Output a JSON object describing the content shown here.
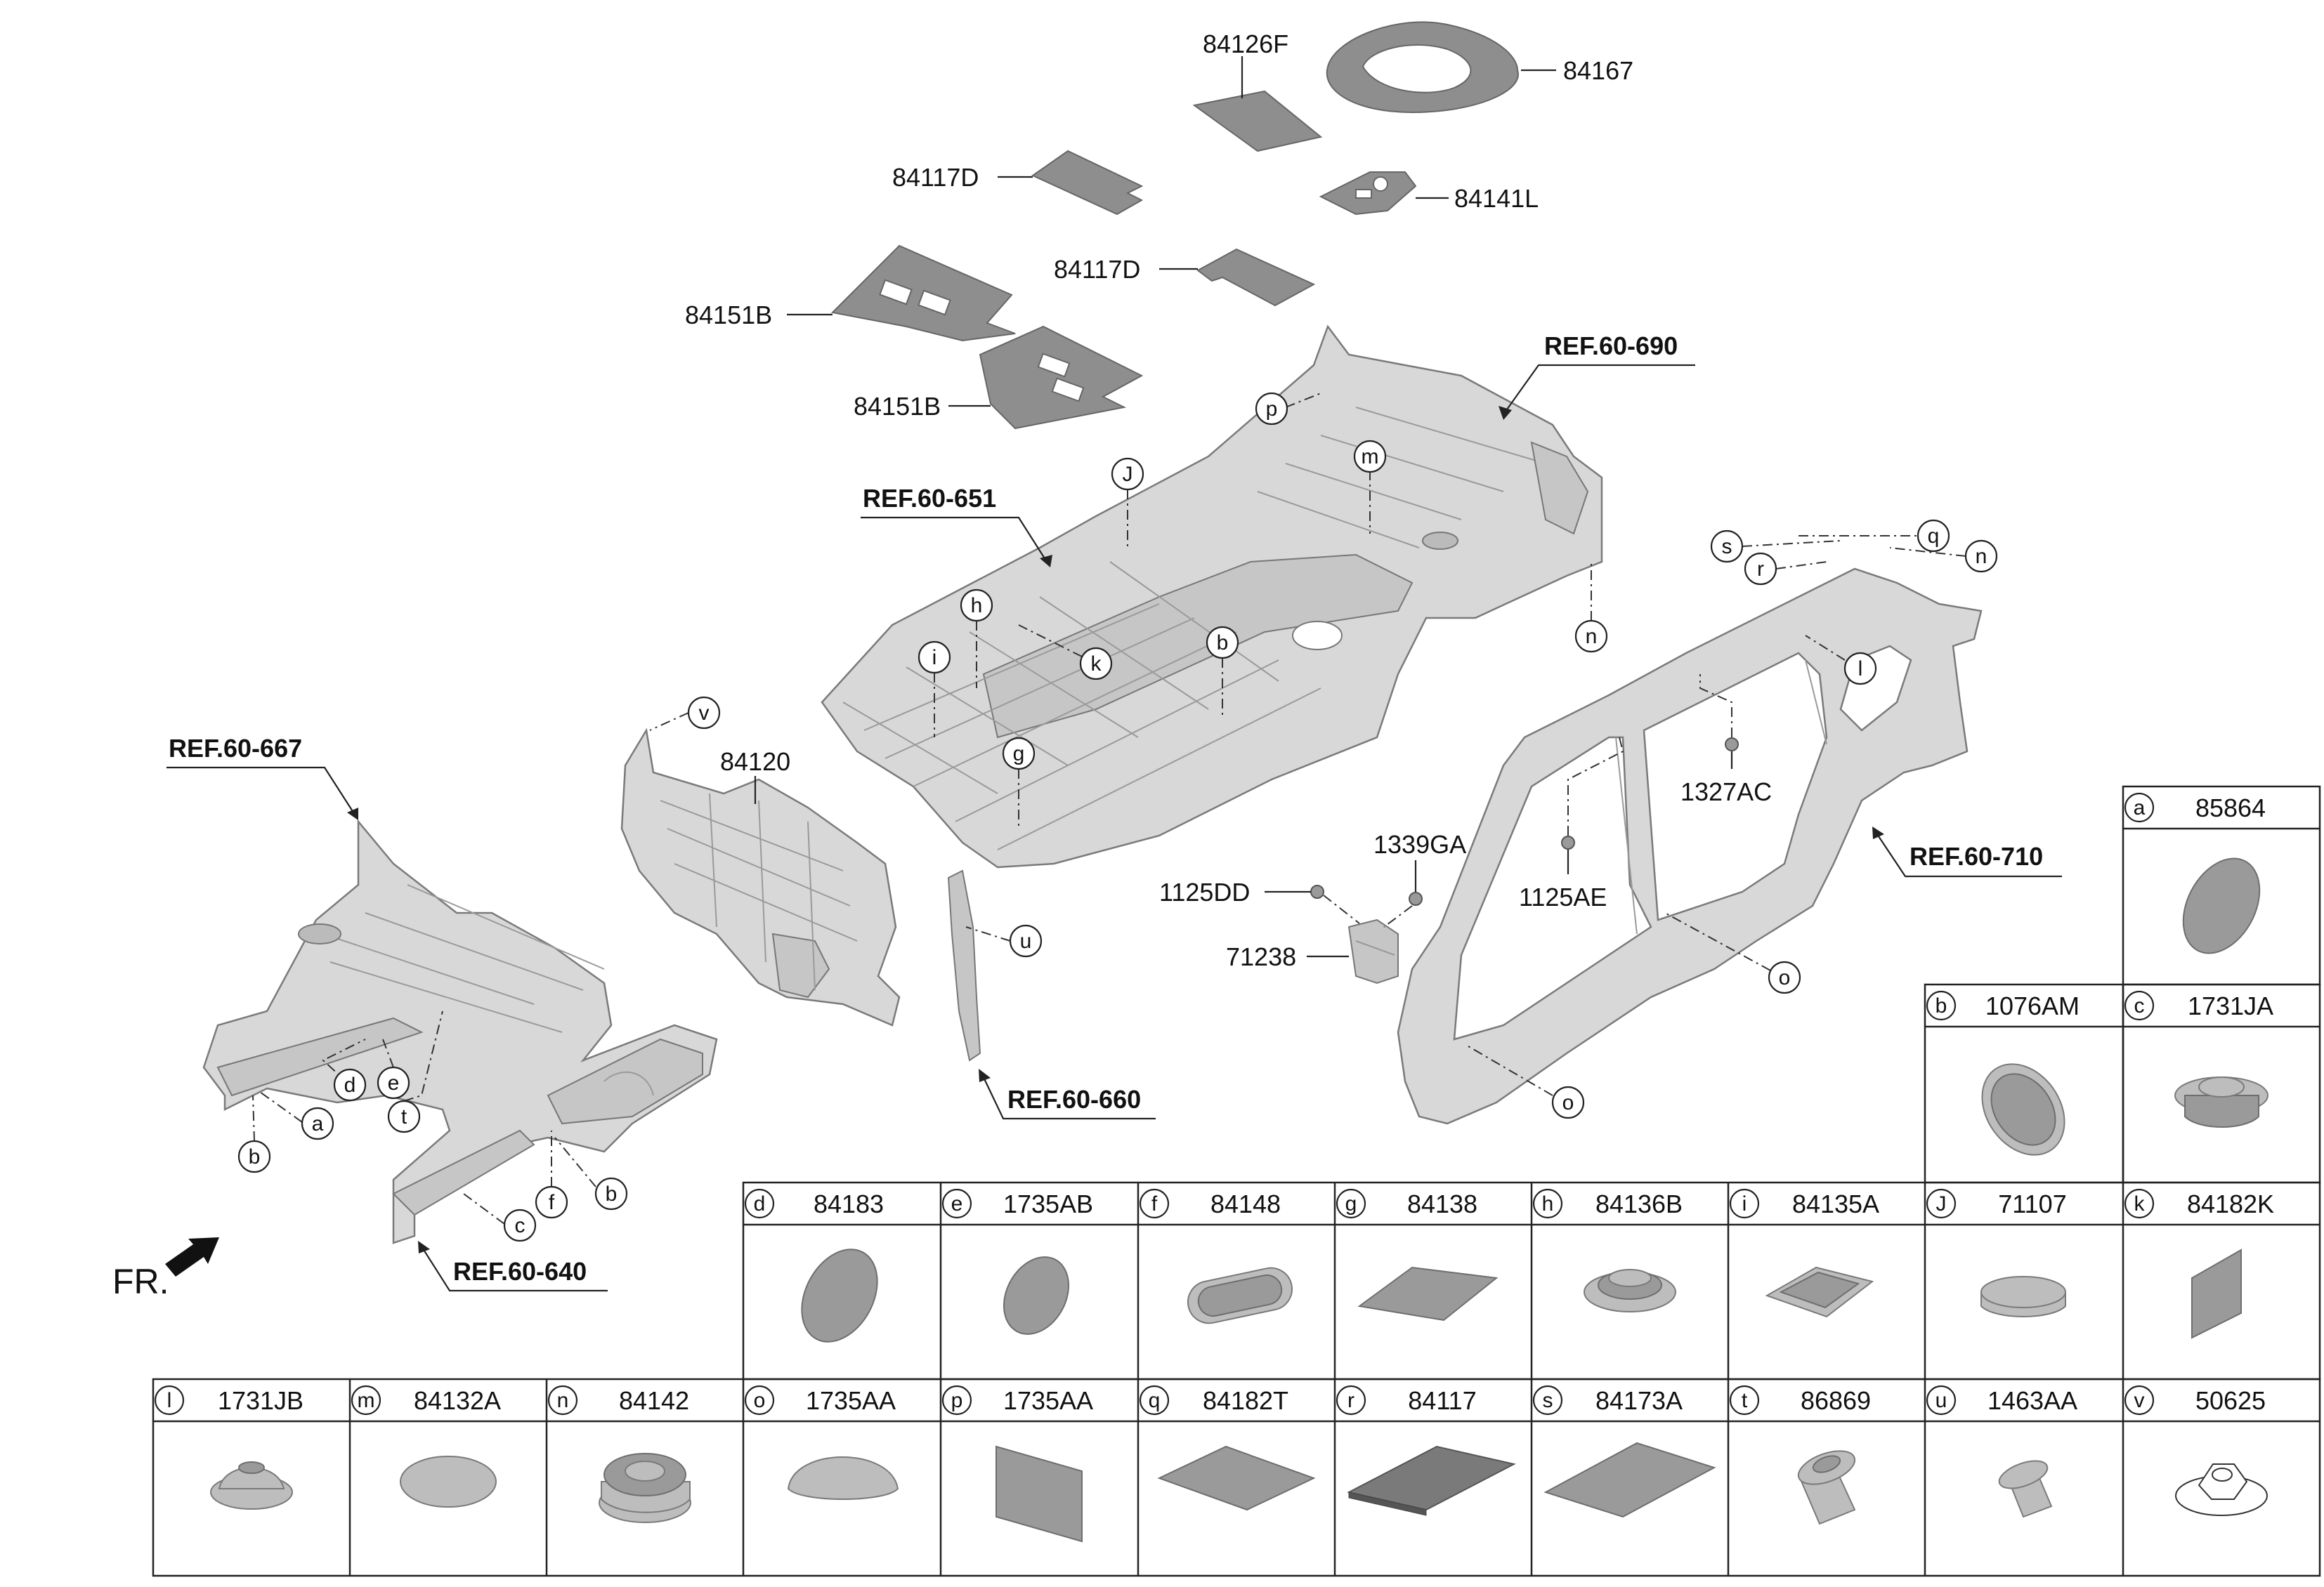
{
  "labels": {
    "84126F": "84126F",
    "84167": "84167",
    "84117D_a": "84117D",
    "84141L": "84141L",
    "84117D_b": "84117D",
    "84151B_a": "84151B",
    "84151B_b": "84151B",
    "84120": "84120",
    "1339GA": "1339GA",
    "1125DD": "1125DD",
    "71238": "71238",
    "1125AE": "1125AE",
    "1327AC": "1327AC"
  },
  "refs": {
    "r690": "REF.60-690",
    "r651": "REF.60-651",
    "r667": "REF.60-667",
    "r660": "REF.60-660",
    "r640": "REF.60-640",
    "r710": "REF.60-710"
  },
  "front_marker": "FR.",
  "callouts": [
    "a",
    "b",
    "c",
    "d",
    "e",
    "f",
    "g",
    "h",
    "i",
    "J",
    "k",
    "l",
    "m",
    "n",
    "o",
    "p",
    "q",
    "r",
    "s",
    "t",
    "u",
    "v"
  ],
  "table": [
    {
      "letter": "a",
      "part": "85864"
    },
    {
      "letter": "b",
      "part": "1076AM"
    },
    {
      "letter": "c",
      "part": "1731JA"
    },
    {
      "letter": "d",
      "part": "84183"
    },
    {
      "letter": "e",
      "part": "1735AB"
    },
    {
      "letter": "f",
      "part": "84148"
    },
    {
      "letter": "g",
      "part": "84138"
    },
    {
      "letter": "h",
      "part": "84136B"
    },
    {
      "letter": "i",
      "part": "84135A"
    },
    {
      "letter": "J",
      "part": "71107"
    },
    {
      "letter": "k",
      "part": "84182K"
    },
    {
      "letter": "l",
      "part": "1731JB"
    },
    {
      "letter": "m",
      "part": "84132A"
    },
    {
      "letter": "n",
      "part": "84142"
    },
    {
      "letter": "o",
      "part": "1735AA"
    },
    {
      "letter": "p",
      "part": "1735AA"
    },
    {
      "letter": "q",
      "part": "84182T"
    },
    {
      "letter": "r",
      "part": "84117"
    },
    {
      "letter": "s",
      "part": "84173A"
    },
    {
      "letter": "t",
      "part": "86869"
    },
    {
      "letter": "u",
      "part": "1463AA"
    },
    {
      "letter": "v",
      "part": "50625"
    }
  ]
}
